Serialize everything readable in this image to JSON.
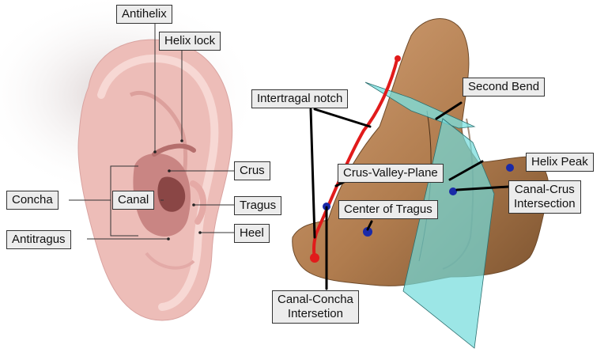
{
  "colors": {
    "label_bg": "#ececec",
    "skin": "#f1c7c4",
    "model_tan": "#b8875a",
    "plane_cyan": "#6fe0e0",
    "curve_red": "#e11b1b",
    "marker_blue": "#1a2aa8"
  },
  "left_labels": {
    "antihelix": "Antihelix",
    "helix_lock": "Helix lock",
    "crus": "Crus",
    "concha": "Concha",
    "canal": "Canal",
    "tragus": "Tragus",
    "heel": "Heel",
    "antitragus": "Antitragus"
  },
  "right_labels": {
    "intertragal_notch": "Intertragal notch",
    "second_bend": "Second Bend",
    "helix_peak": "Helix Peak",
    "crus_valley_plane": "Crus-Valley-Plane",
    "canal_crus_line1": "Canal-Crus",
    "canal_crus_line2": "Intersection",
    "center_of_tragus": "Center of Tragus",
    "canal_concha_line1": "Canal-Concha",
    "canal_concha_line2": "Intersetion"
  }
}
